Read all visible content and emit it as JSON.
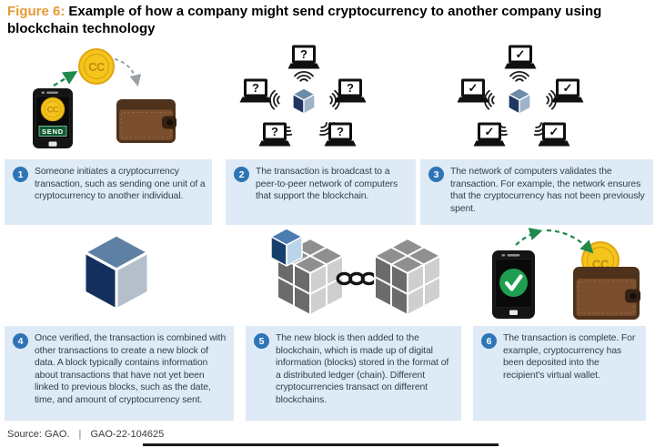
{
  "title": {
    "label": "Figure 6:",
    "text": "Example of how a company might send cryptocurrency to another company using blockchain technology"
  },
  "steps": [
    {
      "number": "1",
      "text": "Someone initiates a cryptocurrency transaction, such as sending one unit of a cryptocurrency to another individual."
    },
    {
      "number": "2",
      "text": "The transaction is broadcast to a peer-to-peer network of computers that support the blockchain."
    },
    {
      "number": "3",
      "text": "The network of computers validates the transaction. For example, the network ensures that the cryptocurrency has not been previously spent."
    },
    {
      "number": "4",
      "text": "Once verified, the transaction is combined with other transactions to create a new block of data. A block typically contains information about transactions that have not yet been linked to previous blocks, such as the date, time, and amount of cryptocurrency sent."
    },
    {
      "number": "5",
      "text": "The new block is then added to the blockchain, which is made up of digital information (blocks) stored in the format of a distributed ledger (chain). Different cryptocurrencies transact on different blockchains."
    },
    {
      "number": "6",
      "text": "The transaction is complete. For example, cryptocurrency has been deposited into the recipient's virtual wallet."
    }
  ],
  "art": {
    "coin_label": "CC",
    "send_label": "SEND",
    "question_symbol": "?",
    "check_symbol": "✓"
  },
  "footer": {
    "source": "Source: GAO.",
    "separator": "|",
    "report_id": "GAO-22-104625"
  },
  "colors": {
    "figure_label": "#E59A35",
    "step_box_bg": "#DEEAF6",
    "step_number": "#2E75B6",
    "step_text": "#32404E",
    "coin_gold": "#F5C51B",
    "arrow_green": "#1F8A4C",
    "arrow_gray": "#9AA0A6",
    "wallet_brown": "#7A4E2C",
    "cube_navy_face": "#1F3760",
    "cube_gray_face": "#8F8F8F",
    "laptop_black": "#101010"
  }
}
